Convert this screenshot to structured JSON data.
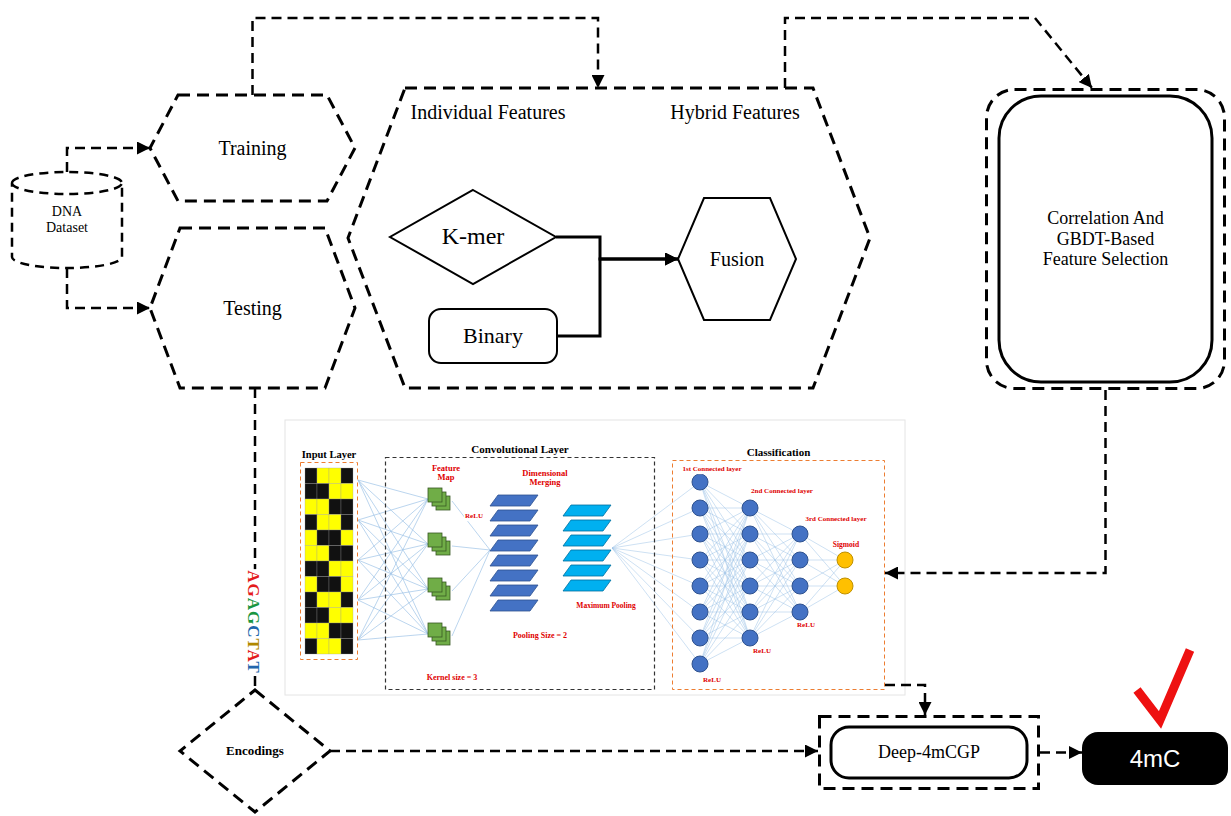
{
  "diagram": {
    "nodes": [
      {
        "text": [
          "DNA Dataset"
        ]
      },
      {
        "text": [
          "Training"
        ]
      },
      {
        "text": [
          "Testing"
        ]
      },
      {
        "text": [
          "Individual Features",
          "Hybrid Features"
        ]
      },
      {
        "text": [
          "K-mer"
        ],
        "in": 3
      },
      {
        "text": [
          "Binary"
        ],
        "in": 3
      },
      {
        "text": [
          "Fusion"
        ],
        "in": 3
      },
      {
        "text": [
          "Correlation And GBDT-Based Feature Selection"
        ]
      },
      {
        "text": [
          "Input Layer"
        ]
      },
      {
        "text": [
          "Convolutional Layer"
        ]
      },
      {
        "text": [
          "Classification"
        ]
      },
      {
        "text": [
          "Encodings"
        ]
      },
      {
        "text": [
          "Deep-4mCGP"
        ]
      },
      {
        "text": [
          "4mC"
        ]
      }
    ],
    "edges": [
      {
        "from": 0,
        "to": 1,
        "arrow": "to"
      },
      {
        "from": 0,
        "to": 2,
        "arrow": "to"
      },
      {
        "from": 1,
        "to": 3,
        "arrow": "to"
      },
      {
        "from": 3,
        "to": 7,
        "arrow": "to"
      },
      {
        "from": 4,
        "to": 6,
        "arrow": "to"
      },
      {
        "from": 5,
        "to": 6,
        "arrow": "to"
      },
      {
        "from": 7,
        "to": 10,
        "arrow": "to"
      },
      {
        "from": 2,
        "to": 11,
        "arrow": "none"
      },
      {
        "from": 10,
        "to": 12,
        "arrow": "to"
      },
      {
        "from": 11,
        "to": 12,
        "arrow": "to"
      },
      {
        "from": 12,
        "to": 13,
        "arrow": "to"
      }
    ],
    "labels": [
      "AGAGCTAT",
      "Feature Map",
      "ReLU",
      "Dimensional Merging",
      "Pooling Size = 2",
      "Maximum Pooling",
      "Kernel size = 3",
      "1st Connected layer",
      "2nd Connected layer",
      "3rd Connected layer",
      "Sigmoid",
      "ReLU",
      "ReLU",
      "ReLU"
    ]
  }
}
